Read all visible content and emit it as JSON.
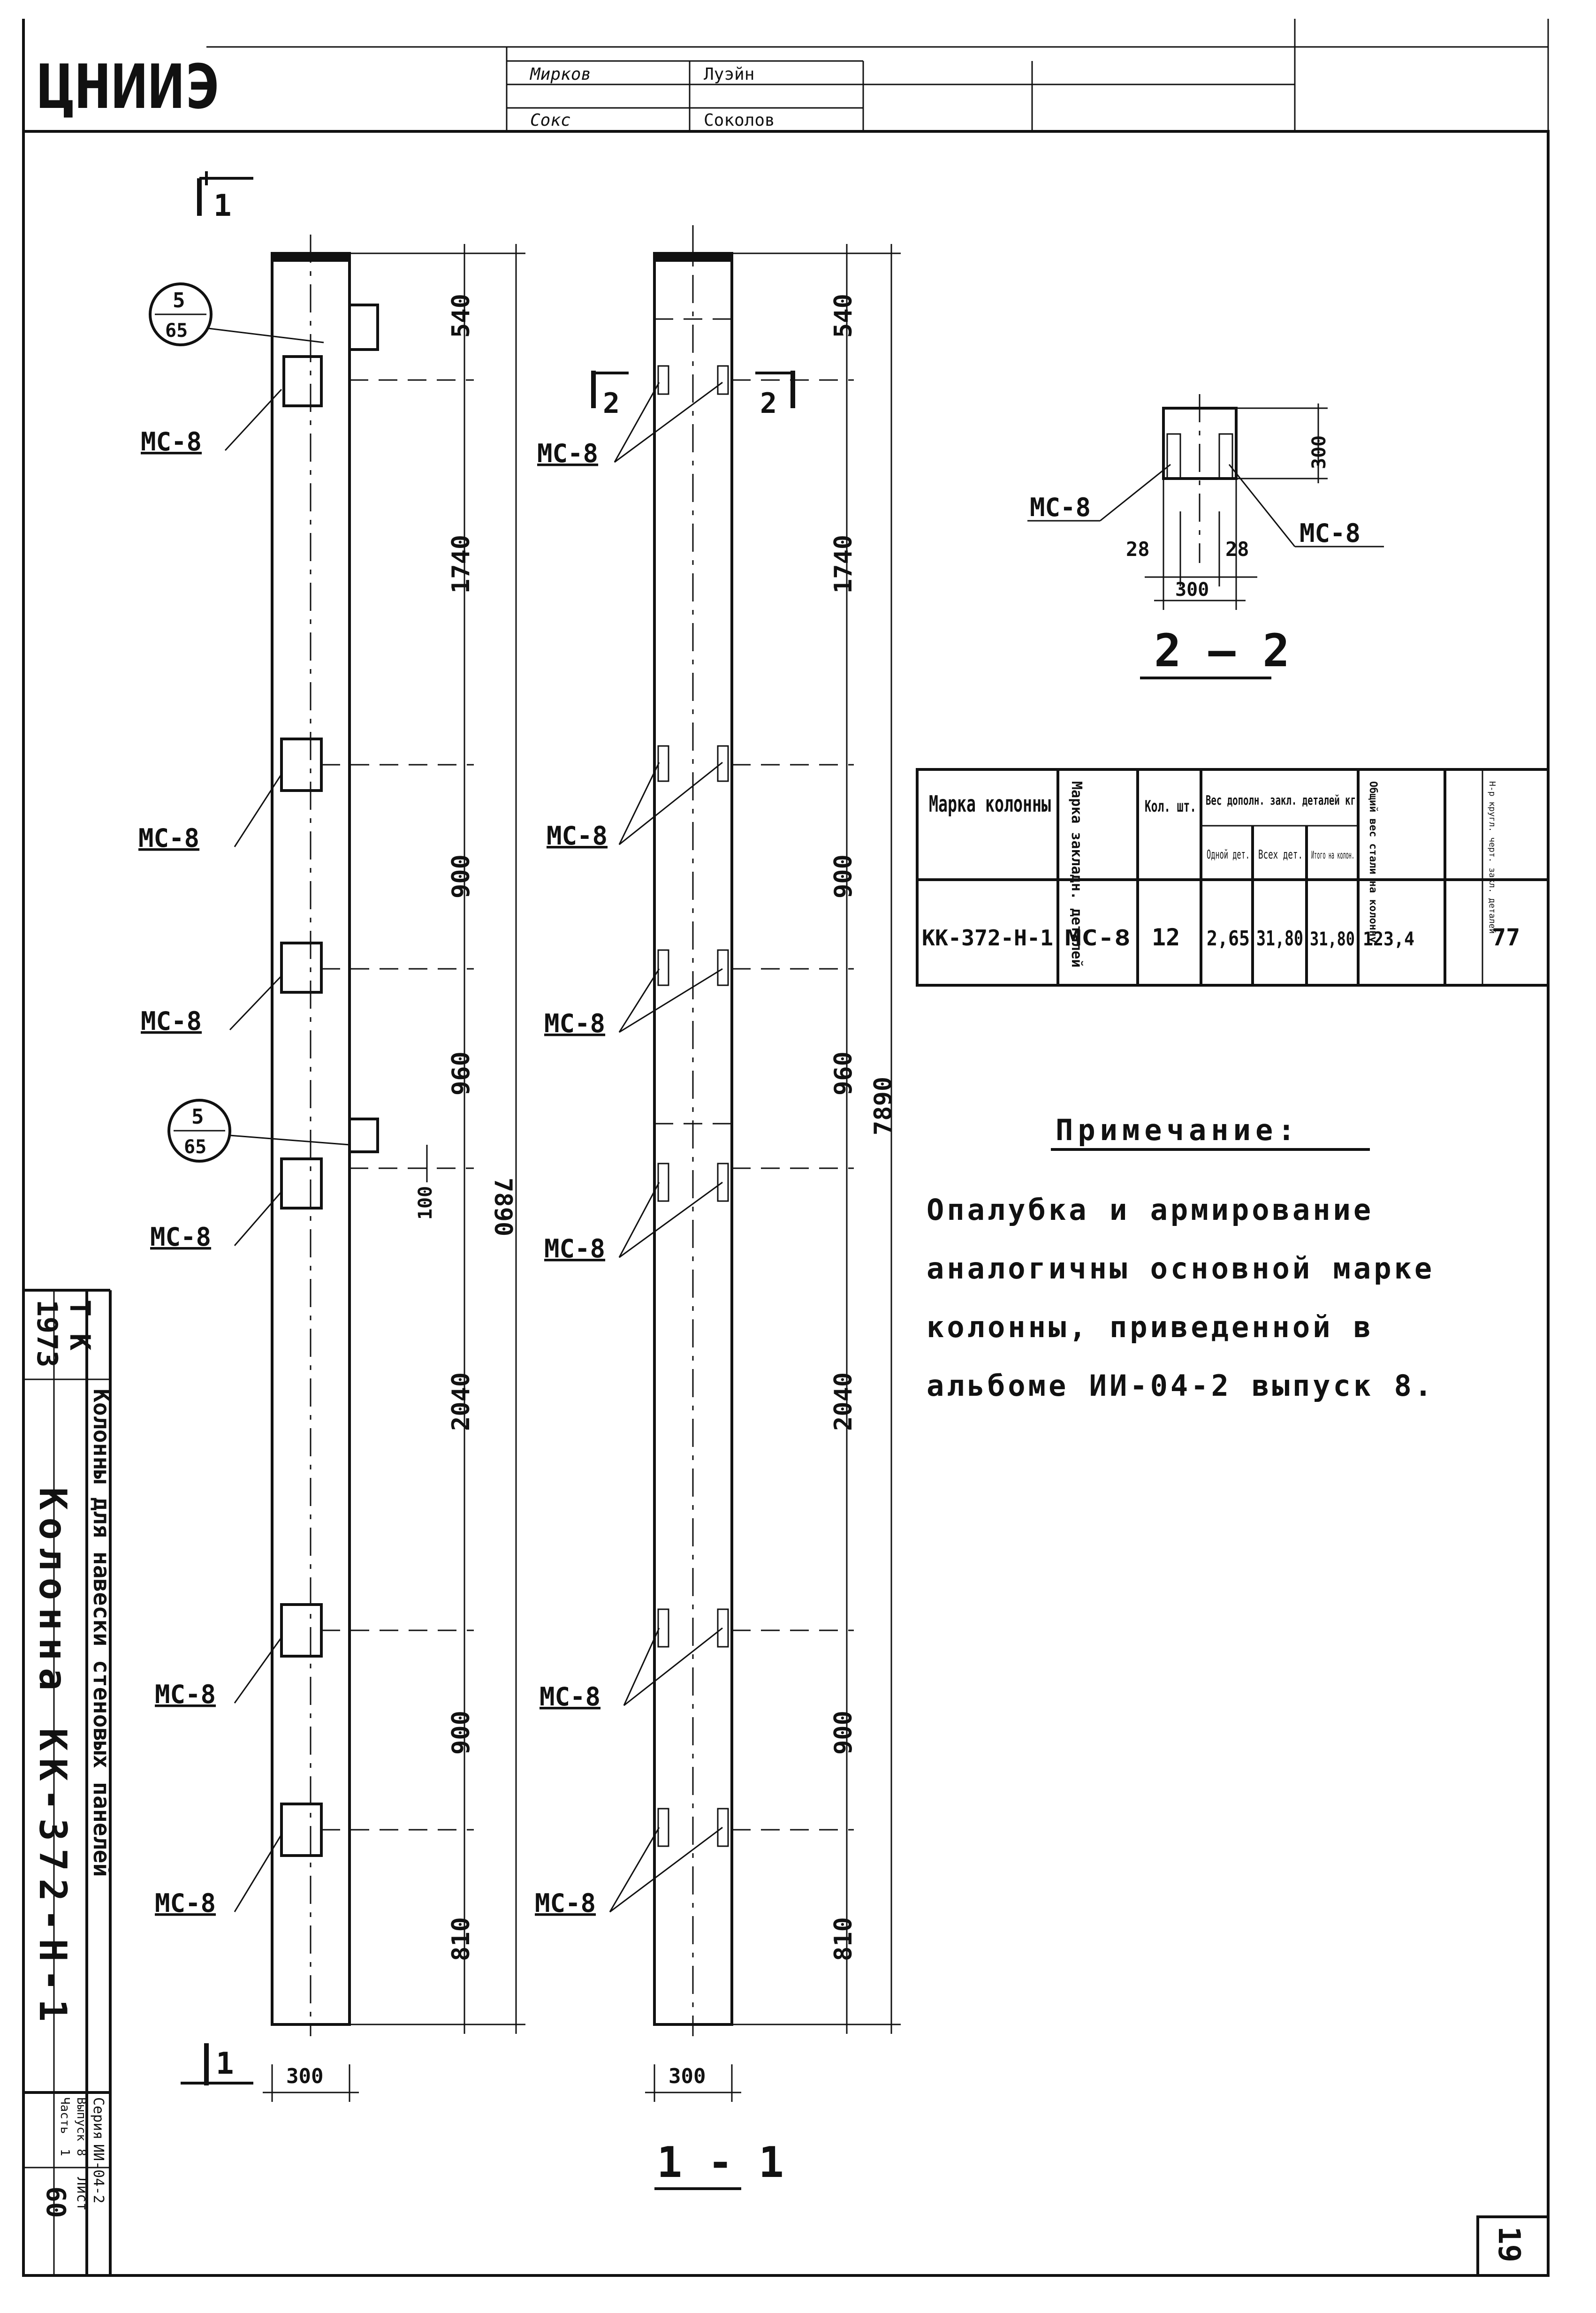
{
  "title_block": {
    "org_logo": "ЦНИИЭ",
    "signatures": [
      "Мирков",
      "Сокс"
    ],
    "names": [
      "Луэйн",
      "Соколов"
    ],
    "year": "1973",
    "tk": "Т К",
    "series_title": "Колонны для навески стеновых панелей",
    "drawing_title": "Колонна КК-372-Н-1",
    "series_label": "Серия",
    "series_value": "ИИ-04-2",
    "issue_label": "Выпуск",
    "issue_value": "8",
    "part_label": "Часть",
    "part_value": "1",
    "sheet_label": "Лист",
    "sheet_value": "60",
    "page_number": "19"
  },
  "view_left": {
    "section_top_mark": "1",
    "section_bottom_mark": "1",
    "callout_top": {
      "num": "5",
      "den": "65"
    },
    "callout_mid": {
      "num": "5",
      "den": "65"
    },
    "width_dim": "300",
    "total_dim": "7890",
    "offset_dim": "100",
    "segment_dims": [
      "540",
      "1740",
      "900",
      "960",
      "2040",
      "900",
      "810"
    ],
    "part_labels": [
      "МС-8",
      "МС-8",
      "МС-8",
      "МС-8",
      "МС-8",
      "МС-8"
    ]
  },
  "view_section_1_1": {
    "title": "1 - 1",
    "width_dim": "300",
    "total_dim": "7890",
    "section_mark_left": "2",
    "section_mark_right": "2",
    "segment_dims": [
      "540",
      "1740",
      "900",
      "960",
      "2040",
      "900",
      "810"
    ],
    "part_labels": [
      "МС-8",
      "МС-8",
      "МС-8",
      "МС-8",
      "МС-8",
      "МС-8"
    ]
  },
  "section_2_2": {
    "title": "2 — 2",
    "height_dim": "300",
    "width_dim": "300",
    "left_gap": "28",
    "right_gap": "28",
    "label_left": "МС-8",
    "label_right": "МС-8"
  },
  "table": {
    "headers": {
      "col1": "Марка колонны",
      "col2": "Марка закладн. деталей",
      "col3": "Кол. шт.",
      "group": "Вес дополн. закл. деталей кг",
      "col4": "Одной дет.",
      "col5": "Всех дет.",
      "col6": "Итого на колон.",
      "col7": "Общий вес стали на колонну",
      "col8": "Н-р кругл. черт. закл. деталей"
    },
    "rows": [
      [
        "КК-372-Н-1",
        "МС-8",
        "12",
        "2,65",
        "31,80",
        "31,80",
        "123,4",
        "77"
      ]
    ]
  },
  "note": {
    "heading": "Примечание:",
    "lines": [
      "Опалубка и армирование",
      "аналогичны основной марке",
      "колонны, приведенной в",
      "альбоме ИИ-04-2 выпуск 8."
    ]
  }
}
